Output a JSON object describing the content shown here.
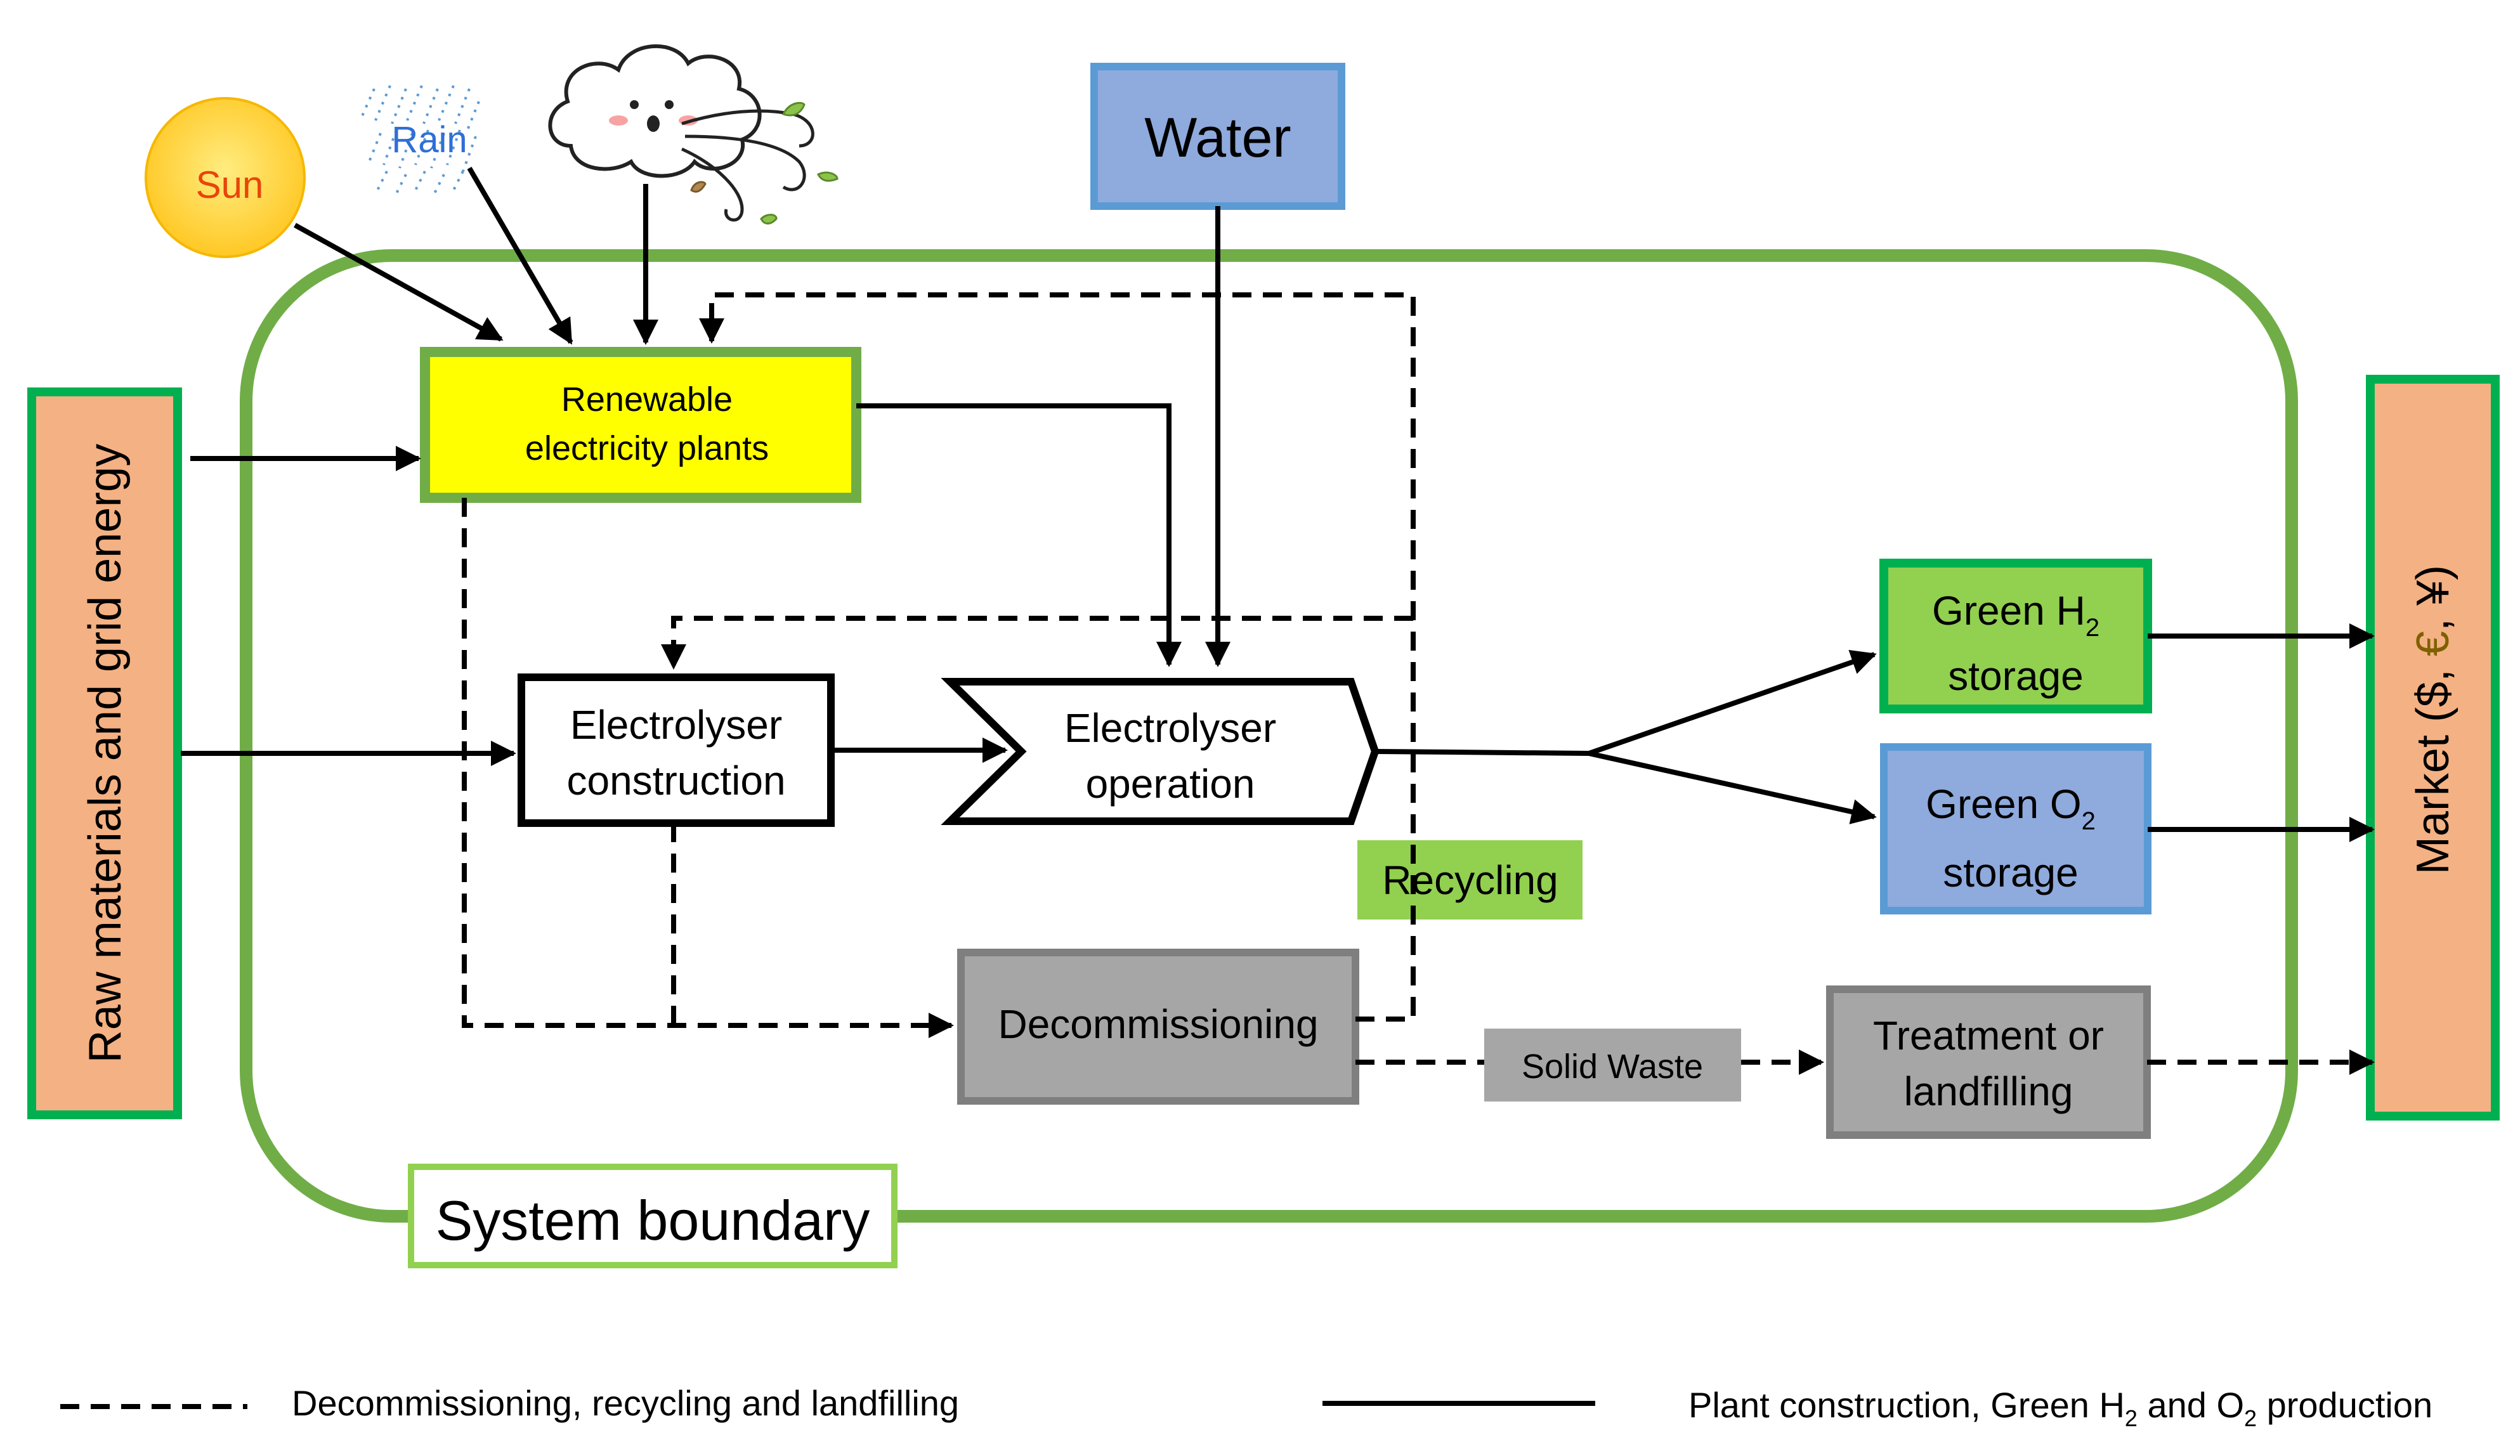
{
  "nodes": {
    "sun": "Sun",
    "rain": "Rain",
    "water": "Water",
    "renewable_line1": "Renewable",
    "renewable_line2": "electricity plants",
    "raw_materials": "Raw materials and grid energy",
    "electrolyser_construction_line1": "Electrolyser",
    "electrolyser_construction_line2": "construction",
    "electrolyser_operation_line1": "Electrolyser",
    "electrolyser_operation_line2": "operation",
    "recycling": "Recycling",
    "decommissioning": "Decommissioning",
    "solid_waste": "Solid Waste",
    "treatment_line1": "Treatment or",
    "treatment_line2": "landfilling",
    "green_h2_prefix": "Green H",
    "green_h2_sub": "2",
    "green_h2_line2": "storage",
    "green_o2_prefix": "Green O",
    "green_o2_sub": "2",
    "green_o2_line2": "storage",
    "market_prefix": "Market ($, ",
    "market_euro": "€",
    "market_sep": ", ",
    "market_yen": "¥",
    "market_suffix": ")",
    "system_boundary": "System boundary"
  },
  "legend": {
    "dashed_label": "Decommissioning, recycling and landfilling",
    "solid_prefix": "Plant construction, Green H",
    "solid_sub1": "2",
    "solid_mid": " and O",
    "solid_sub2": "2",
    "solid_suffix": " production"
  },
  "colors": {
    "boundary_green": "#70ad47",
    "bright_green": "#00b050",
    "light_green": "#92d050",
    "yellow": "#ffff00",
    "orange": "#f4b183",
    "blue_fill": "#8faadc",
    "blue_border": "#5b9bd5",
    "gray_fill": "#a6a6a6",
    "gray_border": "#7f7f7f",
    "sun": "#ffd54a",
    "sun_text": "#e8440a",
    "rain_text": "#2f6fd6"
  }
}
